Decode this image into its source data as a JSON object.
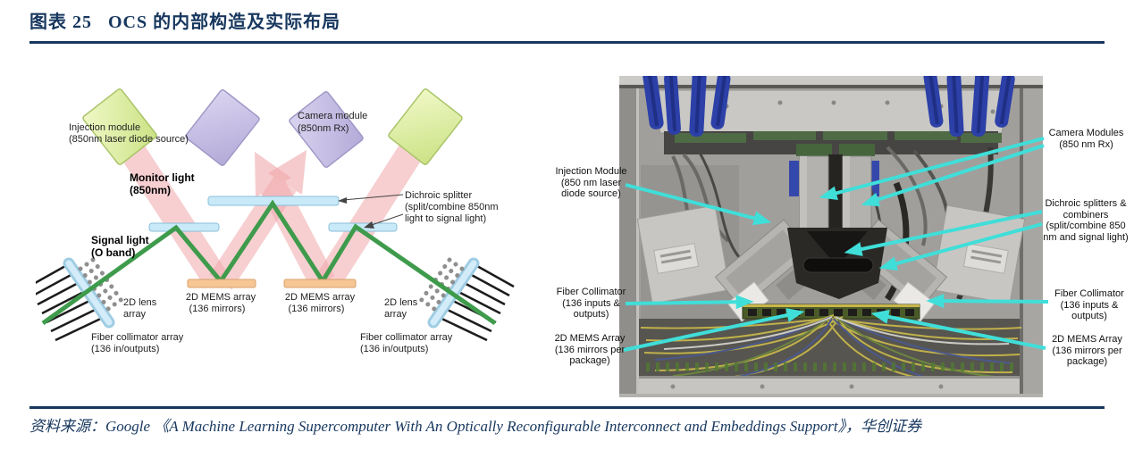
{
  "header": {
    "title": "图表 25   OCS 的内部构造及实际布局"
  },
  "footer": {
    "source": "资料来源：Google 《A Machine Learning Supercomputer With An Optically Reconfigurable Interconnect and Embeddings Support》，华创证券"
  },
  "colors": {
    "accent_navy": "#17375E",
    "callout_cyan": "#40DED9",
    "beam_pink": "#F0A8AC",
    "signal_green": "#3F9B4C",
    "splitter_blue": "#C8EAF8",
    "mems_orange": "#F6C695"
  },
  "diagram": {
    "injection_l1": "Injection module",
    "injection_l2": "(850nm laser diode source)",
    "camera_l1": "Camera module",
    "camera_l2": "(850nm Rx)",
    "monitor_l1": "Monitor light",
    "monitor_l2": "(850nm)",
    "signal_l1": "Signal light",
    "signal_l2": "(O band)",
    "dichroic_l1": "Dichroic splitter",
    "dichroic_l2": "(split/combine 850nm",
    "dichroic_l3": "light to signal light)",
    "mems_l1": "2D MEMS array",
    "mems_l2": "(136 mirrors)",
    "lens_l1": "2D lens",
    "lens_l2": "array",
    "fiber_l1": "Fiber collimator array",
    "fiber_l2": "(136 in/outputs)"
  },
  "photo": {
    "injection_l1": "Injection Module",
    "injection_l2": "(850 nm laser",
    "injection_l3": "diode source)",
    "camera_l1": "Camera Modules",
    "camera_l2": "(850 nm Rx)",
    "dichroic_l1": "Dichroic splitters &",
    "dichroic_l2": "combiners",
    "dichroic_l3": "(split/combine 850",
    "dichroic_l4": "nm and signal light)",
    "fiber_l1": "Fiber Collimator",
    "fiber_l2": "(136 inputs &",
    "fiber_l3": "outputs)",
    "mems_l1": "2D MEMS Array",
    "mems_l2": "(136 mirrors per",
    "mems_l3": "package)"
  }
}
